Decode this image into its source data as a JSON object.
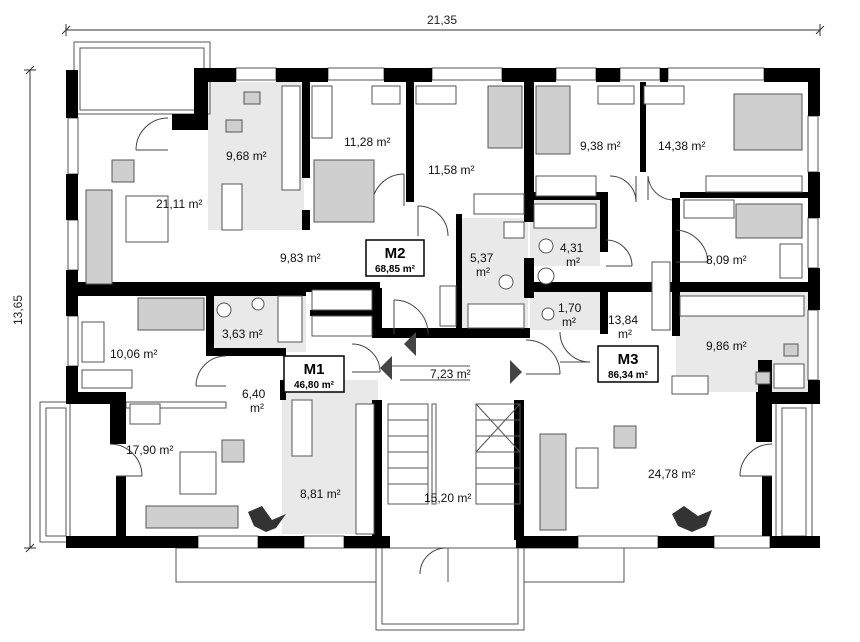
{
  "dimensions": {
    "width": "21,35",
    "height": "13,65"
  },
  "apartments": [
    {
      "name": "M1",
      "area": "46,80 m²"
    },
    {
      "name": "M2",
      "area": "68,85 m²"
    },
    {
      "name": "M3",
      "area": "86,34 m²"
    }
  ],
  "rooms": [
    {
      "id": "r01",
      "label": "9,68 m²"
    },
    {
      "id": "r02",
      "label": "11,28 m²"
    },
    {
      "id": "r03",
      "label": "11,58 m²"
    },
    {
      "id": "r04",
      "label": "9,38 m²"
    },
    {
      "id": "r05",
      "label": "14,38 m²"
    },
    {
      "id": "r06",
      "label": "21,11 m²"
    },
    {
      "id": "r07",
      "label": "9,83 m²"
    },
    {
      "id": "r08a",
      "label": "5,37"
    },
    {
      "id": "r08b",
      "label": "m²"
    },
    {
      "id": "r09a",
      "label": "4,31"
    },
    {
      "id": "r09b",
      "label": "m²"
    },
    {
      "id": "r10",
      "label": "8,09 m²"
    },
    {
      "id": "r11",
      "label": "3,63 m²"
    },
    {
      "id": "r12a",
      "label": "1,70"
    },
    {
      "id": "r12b",
      "label": "m²"
    },
    {
      "id": "r13a",
      "label": "13,84"
    },
    {
      "id": "r13b",
      "label": "m²"
    },
    {
      "id": "r14",
      "label": "10,06 m²"
    },
    {
      "id": "r15",
      "label": "9,86 m²"
    },
    {
      "id": "r16",
      "label": "7,23 m²"
    },
    {
      "id": "r17a",
      "label": "6,40"
    },
    {
      "id": "r17b",
      "label": "m²"
    },
    {
      "id": "r18",
      "label": "17,90 m²"
    },
    {
      "id": "r19",
      "label": "8,81 m²"
    },
    {
      "id": "r20",
      "label": "15,20 m²"
    },
    {
      "id": "r21",
      "label": "24,78 m²"
    }
  ],
  "colors": {
    "wall": "#000000",
    "floor_grey": "#e9e9e9",
    "furniture": "#bdbdbd",
    "line": "#333333"
  }
}
